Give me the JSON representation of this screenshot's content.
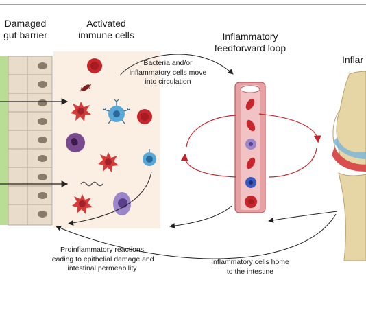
{
  "labels": {
    "damaged_barrier": "Damaged\ngut barrier",
    "activated_immune": "Activated\nimmune cells",
    "feedforward": "Inflammatory\nfeedforward loop",
    "joint_partial": "Inflar",
    "bacteria_move": "Bacteria and/or\ninflammatory cells move\ninto circulation",
    "proinflammatory": "Proinflammatory reactions\nleading to epithelial damage and\nintestinal permeability",
    "cells_home": "Inflammatory cells home\nto the intestine"
  },
  "colors": {
    "epithelium": "#e9dccb",
    "epithelium_nucleus": "#8a7a6a",
    "microvilli": "#9ccf6a",
    "lamina_bg": "#fbeee3",
    "red_blood_cell": "#c8262c",
    "vessel_wall": "#e7a1a3",
    "vessel_lumen": "#f1c3c4",
    "loop_arrow": "#c0262c",
    "macrophage": "#d43a3a",
    "lymphocyte": "#58a8d8",
    "neutrophil": "#7a4a8e",
    "bone": "#e6d6a6"
  },
  "icons": [
    "epithelial-cell",
    "red-blood-cell",
    "bacterium",
    "dendritic-cell",
    "b-cell",
    "neutrophil",
    "lymphocyte",
    "blood-vessel",
    "knee-joint"
  ]
}
